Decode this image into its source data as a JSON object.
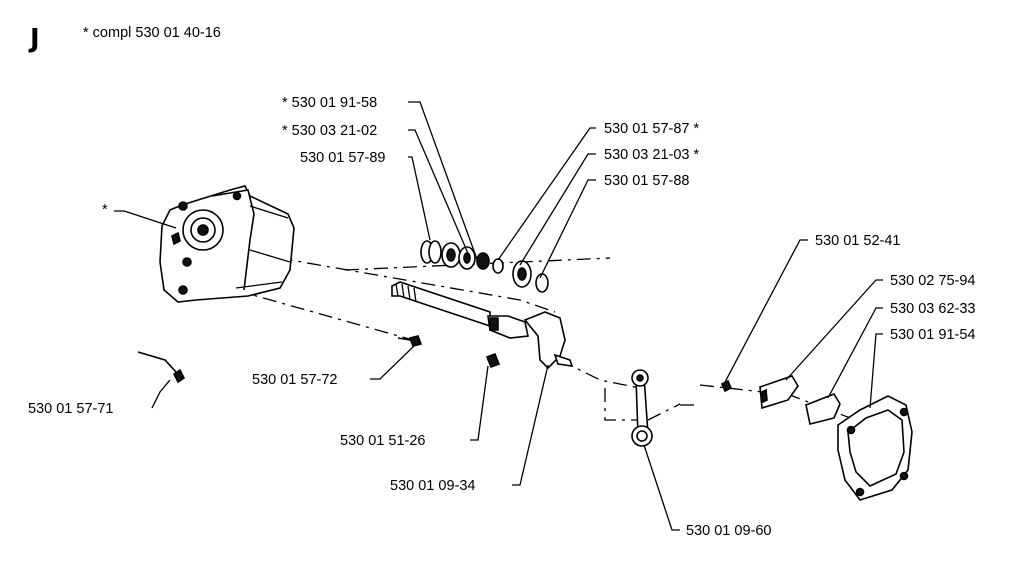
{
  "header": {
    "section_letter": "J",
    "note": "* compl  530 01 40-16"
  },
  "parts": [
    {
      "id": "p1",
      "label": "* 530 01 91-58"
    },
    {
      "id": "p2",
      "label": "* 530 03 21-02"
    },
    {
      "id": "p3",
      "label": "530 01 57-89"
    },
    {
      "id": "p4",
      "label": "530 01 57-87  *"
    },
    {
      "id": "p5",
      "label": "530 03 21-03  *"
    },
    {
      "id": "p6",
      "label": "530 01 57-88"
    },
    {
      "id": "p7",
      "label": "*"
    },
    {
      "id": "p8",
      "label": "530 01 52-41"
    },
    {
      "id": "p9",
      "label": "530 02 75-94"
    },
    {
      "id": "p10",
      "label": "530 03 62-33"
    },
    {
      "id": "p11",
      "label": "530 01 91-54"
    },
    {
      "id": "p12",
      "label": "530 01 57-72"
    },
    {
      "id": "p13",
      "label": "530 01 57-71"
    },
    {
      "id": "p14",
      "label": "530 01 51-26"
    },
    {
      "id": "p15",
      "label": "530 01 09-34"
    },
    {
      "id": "p16",
      "label": "530 01 09-60"
    }
  ]
}
